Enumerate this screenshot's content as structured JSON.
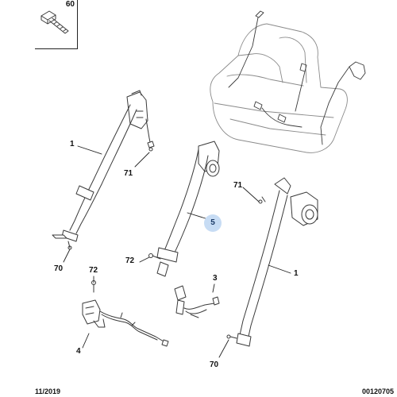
{
  "inset": {
    "part_number": "60"
  },
  "callouts": {
    "c1_left": "1",
    "c71_left": "71",
    "c70_left": "70",
    "c5": "5",
    "c72_mid": "72",
    "c3": "3",
    "c72_low": "72",
    "c4": "4",
    "c71_right": "71",
    "c1_right": "1",
    "c70_right": "70"
  },
  "footer": {
    "date": "11/2019",
    "code": "00120705"
  },
  "colors": {
    "line": "#3a3a3a",
    "highlight": "#c7dcf4"
  },
  "icons": [
    "bolt-icon",
    "seat-outline",
    "seatbelt-left",
    "seatbelt-center",
    "seatbelt-right",
    "buckle-assembly",
    "buckle-harness"
  ]
}
